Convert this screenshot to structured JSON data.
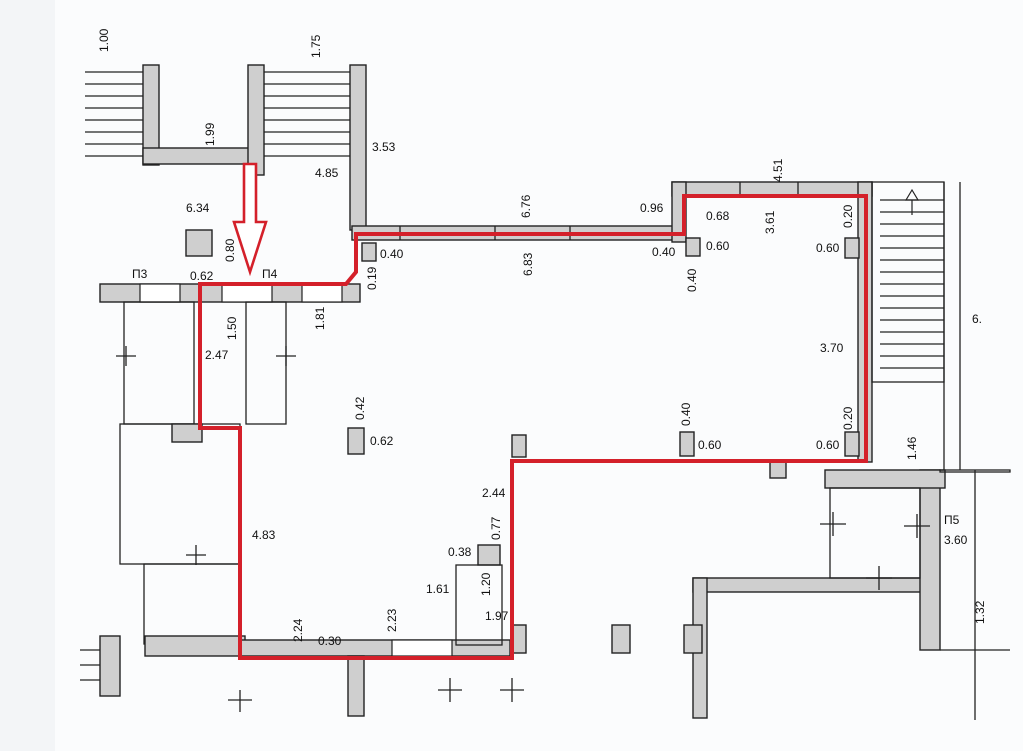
{
  "colors": {
    "outline": "#d4202a",
    "ink": "#222222",
    "wall_fill": "#cfcfcf",
    "paper": "#ffffff"
  },
  "icons": {
    "entrance": "entrance-arrow-icon",
    "stair_up": "stair-up-arrow-icon"
  },
  "labels": {
    "p3": "П3",
    "p4": "П4",
    "p5": "П5"
  },
  "dimensions": {
    "d_1_00": "1.00",
    "d_1_75": "1.75",
    "d_1_99": "1.99",
    "d_3_53": "3.53",
    "d_4_85": "4.85",
    "d_6_34": "6.34",
    "d_0_80": "0.80",
    "d_0_62_top": "0.62",
    "d_6_76": "6.76",
    "d_6_83": "6.83",
    "d_0_96": "0.96",
    "d_0_68": "0.68",
    "d_4_51": "4.51",
    "d_3_61": "3.61",
    "d_0_20_top": "0.20",
    "d_0_60_tr": "0.60",
    "d_0_40_mid": "0.40",
    "d_0_60_mid": "0.60",
    "d_0_40_vert": "0.40",
    "d_0_40_left": "0.40",
    "d_0_19": "0.19",
    "d_1_50": "1.50",
    "d_1_81": "1.81",
    "d_2_47": "2.47",
    "d_0_42": "0.42",
    "d_0_62_col": "0.62",
    "d_3_70": "3.70",
    "d_0_20_mid": "0.20",
    "d_0_40_bot": "0.40",
    "d_0_60_bot": "0.60",
    "d_0_60_br": "0.60",
    "d_1_46": "1.46",
    "d_6_right": "6.",
    "d_2_44": "2.44",
    "d_0_77": "0.77",
    "d_0_38": "0.38",
    "d_1_20": "1.20",
    "d_1_61": "1.61",
    "d_1_97": "1.97",
    "d_4_83": "4.83",
    "d_2_24": "2.24",
    "d_0_30": "0.30",
    "d_2_23": "2.23",
    "d_3_60": "3.60",
    "d_1_32": "1.32"
  }
}
